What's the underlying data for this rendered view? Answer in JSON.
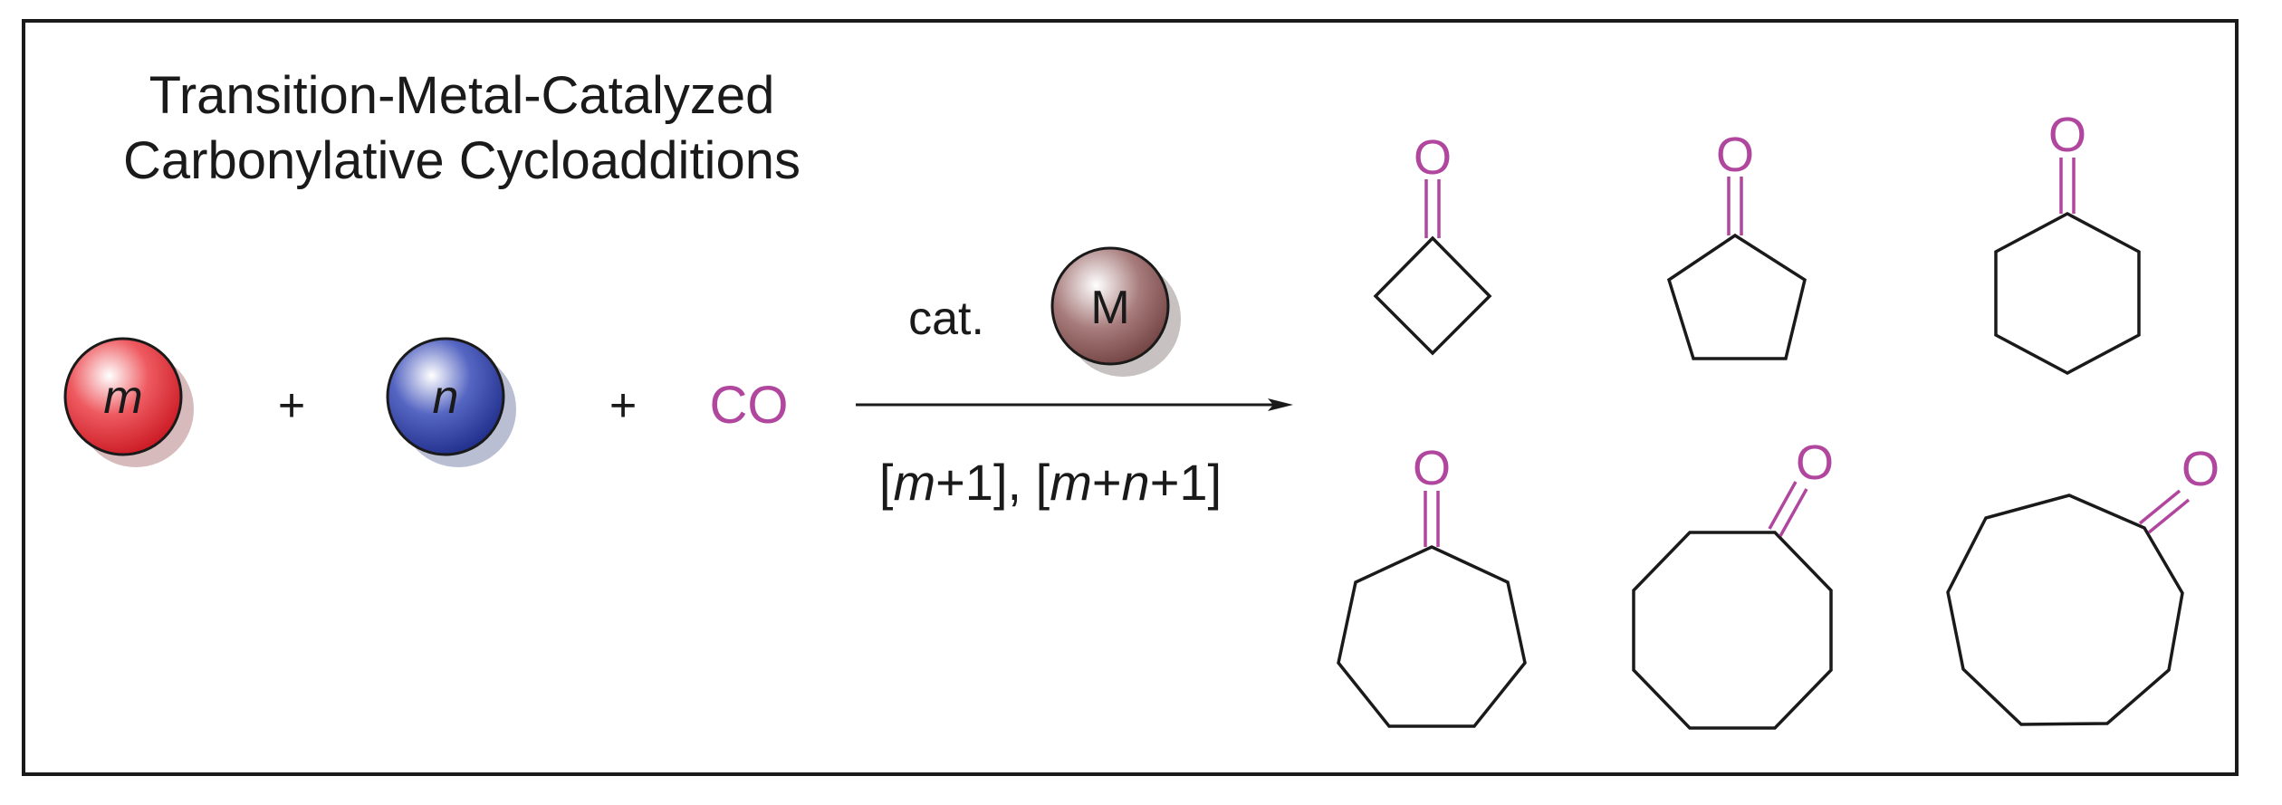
{
  "title": {
    "line1": "Transition-Metal-Catalyzed",
    "line2": "Carbonylative Cycloadditions"
  },
  "reactants": {
    "sphere_m": {
      "label": "m",
      "color": "#e5303a"
    },
    "plus_1": "+",
    "sphere_n": {
      "label": "n",
      "color": "#2b3a9c"
    },
    "plus_2": "+",
    "co": "CO"
  },
  "arrow": {
    "catalyst_prefix": "cat.",
    "metal": {
      "label": "M",
      "color": "#8a5a5a"
    },
    "condition": {
      "open1": "[",
      "m1": "m",
      "plus1": "+1], [",
      "m2": "m",
      "plus2": "+",
      "n": "n",
      "tail": "+1]"
    }
  },
  "products": {
    "oxygen_label": "O",
    "oxygen_color": "#b0469e",
    "rings": [
      {
        "name": "cyclobutanone",
        "ring_size": 4
      },
      {
        "name": "cyclopentanone",
        "ring_size": 5
      },
      {
        "name": "cyclohexanone",
        "ring_size": 6
      },
      {
        "name": "cycloheptanone",
        "ring_size": 7
      },
      {
        "name": "cyclooctanone",
        "ring_size": 8
      },
      {
        "name": "cyclononanone",
        "ring_size": 9
      }
    ]
  },
  "colors": {
    "ink": "#1a1a1a",
    "co_text": "#b0469e"
  }
}
